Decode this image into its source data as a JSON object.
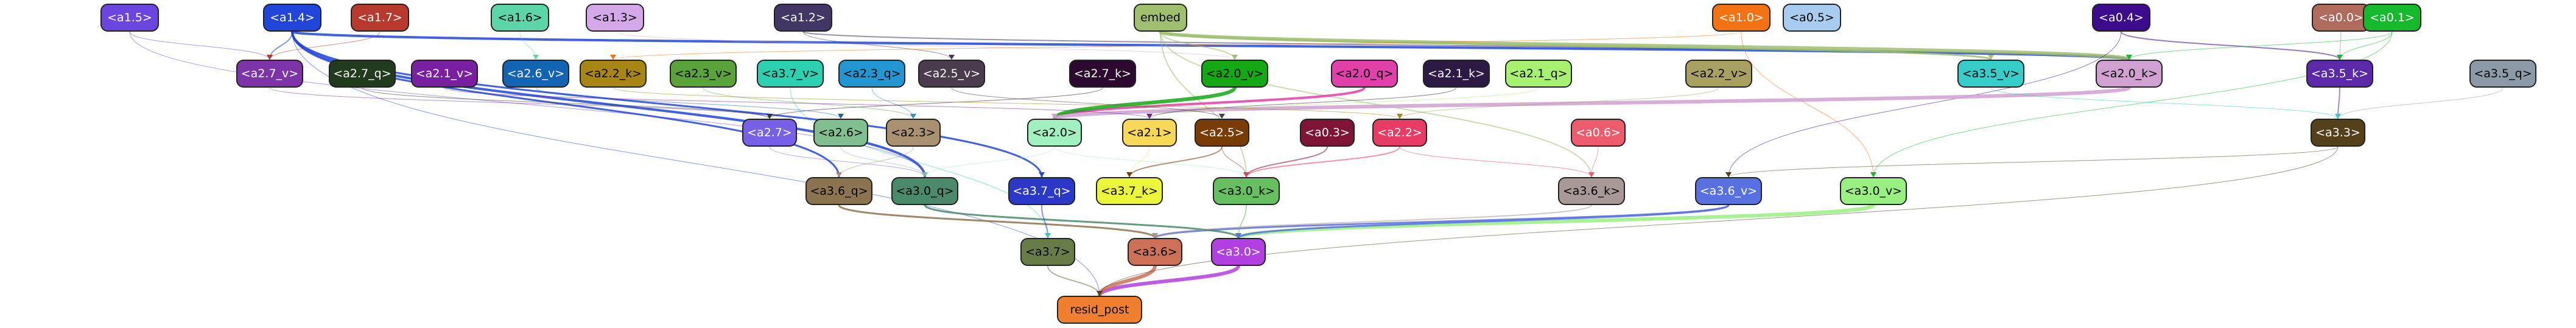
{
  "nodes": [
    {
      "id": "a1.5",
      "label": "<a1.5>",
      "color": "#6b45e0",
      "dark": true
    },
    {
      "id": "a1.4",
      "label": "<a1.4>",
      "color": "#2045d8",
      "dark": true
    },
    {
      "id": "a1.7",
      "label": "<a1.7>",
      "color": "#b83a2e",
      "dark": true
    },
    {
      "id": "a1.6",
      "label": "<a1.6>",
      "color": "#5cd6a8",
      "dark": false
    },
    {
      "id": "a1.3",
      "label": "<a1.3>",
      "color": "#d4a8e8",
      "dark": false
    },
    {
      "id": "a1.2",
      "label": "<a1.2>",
      "color": "#433766",
      "dark": true
    },
    {
      "id": "embed",
      "label": "embed",
      "color": "#a0c070",
      "dark": false
    },
    {
      "id": "a1.0",
      "label": "<a1.0>",
      "color": "#f27214",
      "dark": true
    },
    {
      "id": "a0.5",
      "label": "<a0.5>",
      "color": "#a8ccf0",
      "dark": false
    },
    {
      "id": "a0.4",
      "label": "<a0.4>",
      "color": "#3c0a8c",
      "dark": true
    },
    {
      "id": "a0.0",
      "label": "<a0.0>",
      "color": "#b06a5c",
      "dark": true
    },
    {
      "id": "a0.1",
      "label": "<a0.1>",
      "color": "#16b82c",
      "dark": true
    },
    {
      "id": "a2.7_v",
      "label": "<a2.7_v>",
      "color": "#7c34a8",
      "dark": true
    },
    {
      "id": "a2.7_q",
      "label": "<a2.7_q>",
      "color": "#223a1e",
      "dark": true
    },
    {
      "id": "a2.1_v",
      "label": "<a2.1_v>",
      "color": "#7a1fa2",
      "dark": true
    },
    {
      "id": "a2.6_v",
      "label": "<a2.6_v>",
      "color": "#1464b4",
      "dark": true
    },
    {
      "id": "a2.2_k",
      "label": "<a2.2_k>",
      "color": "#a88614",
      "dark": false
    },
    {
      "id": "a2.3_v",
      "label": "<a2.3_v>",
      "color": "#5aa23a",
      "dark": false
    },
    {
      "id": "a3.7_v",
      "label": "<a3.7_v>",
      "color": "#2ccfb0",
      "dark": false
    },
    {
      "id": "a2.3_q",
      "label": "<a2.3_q>",
      "color": "#2196d0",
      "dark": false
    },
    {
      "id": "a2.5_v",
      "label": "<a2.5_v>",
      "color": "#4a3c4c",
      "dark": true
    },
    {
      "id": "a2.7_k",
      "label": "<a2.7_k>",
      "color": "#2c0a30",
      "dark": true
    },
    {
      "id": "a2.0_v",
      "label": "<a2.0_v>",
      "color": "#14a814",
      "dark": false
    },
    {
      "id": "a2.0_q",
      "label": "<a2.0_q>",
      "color": "#e040a8",
      "dark": false
    },
    {
      "id": "a2.1_k",
      "label": "<a2.1_k>",
      "color": "#2c1a44",
      "dark": true
    },
    {
      "id": "a2.1_q",
      "label": "<a2.1_q>",
      "color": "#a8f070",
      "dark": false
    },
    {
      "id": "a2.2_v",
      "label": "<a2.2_v>",
      "color": "#a8a060",
      "dark": false
    },
    {
      "id": "a3.5_v",
      "label": "<a3.5_v>",
      "color": "#36ccc8",
      "dark": false
    },
    {
      "id": "a2.0_k",
      "label": "<a2.0_k>",
      "color": "#d0a0d0",
      "dark": false
    },
    {
      "id": "a3.5_k",
      "label": "<a3.5_k>",
      "color": "#5a28a8",
      "dark": true
    },
    {
      "id": "a3.5_q",
      "label": "<a3.5_q>",
      "color": "#8c9aa8",
      "dark": false
    },
    {
      "id": "a2.7",
      "label": "<a2.7>",
      "color": "#7860e8",
      "dark": true
    },
    {
      "id": "a2.6",
      "label": "<a2.6>",
      "color": "#80c090",
      "dark": false
    },
    {
      "id": "a2.3",
      "label": "<a2.3>",
      "color": "#a89070",
      "dark": false
    },
    {
      "id": "a2.0",
      "label": "<a2.0>",
      "color": "#a0f0c0",
      "dark": false
    },
    {
      "id": "a2.1",
      "label": "<a2.1>",
      "color": "#f8d858",
      "dark": false
    },
    {
      "id": "a2.5",
      "label": "<a2.5>",
      "color": "#7a3c06",
      "dark": true
    },
    {
      "id": "a0.3",
      "label": "<a0.3>",
      "color": "#801436",
      "dark": true
    },
    {
      "id": "a2.2",
      "label": "<a2.2>",
      "color": "#e83c64",
      "dark": true
    },
    {
      "id": "a0.6",
      "label": "<a0.6>",
      "color": "#ec5c6c",
      "dark": true
    },
    {
      "id": "a3.3",
      "label": "<a3.3>",
      "color": "#54401a",
      "dark": true
    },
    {
      "id": "a3.6_q",
      "label": "<a3.6_q>",
      "color": "#8c7450",
      "dark": false
    },
    {
      "id": "a3.0_q",
      "label": "<a3.0_q>",
      "color": "#4a8a6a",
      "dark": false
    },
    {
      "id": "a3.7_q",
      "label": "<a3.7_q>",
      "color": "#2c38c8",
      "dark": true
    },
    {
      "id": "a3.7_k",
      "label": "<a3.7_k>",
      "color": "#eaf53a",
      "dark": false
    },
    {
      "id": "a3.0_k",
      "label": "<a3.0_k>",
      "color": "#66c060",
      "dark": false
    },
    {
      "id": "a3.6_k",
      "label": "<a3.6_k>",
      "color": "#a89898",
      "dark": false
    },
    {
      "id": "a3.6_v",
      "label": "<a3.6_v>",
      "color": "#5870e0",
      "dark": true
    },
    {
      "id": "a3.0_v",
      "label": "<a3.0_v>",
      "color": "#98f080",
      "dark": false
    },
    {
      "id": "a3.7",
      "label": "<a3.7>",
      "color": "#687c48",
      "dark": false
    },
    {
      "id": "a3.6",
      "label": "<a3.6>",
      "color": "#cc7058",
      "dark": false
    },
    {
      "id": "a3.0",
      "label": "<a3.0>",
      "color": "#b040e0",
      "dark": true
    },
    {
      "id": "resid_post",
      "label": "resid_post",
      "color": "#f08030",
      "dark": false
    }
  ],
  "edges": [
    {
      "from": "a3.0",
      "to": "resid_post",
      "color": "#b040e0",
      "width": 6
    },
    {
      "from": "a3.6",
      "to": "resid_post",
      "color": "#cc7058",
      "width": 6
    },
    {
      "from": "a3.7",
      "to": "resid_post",
      "color": "#687c48",
      "width": 2
    },
    {
      "from": "a1.4",
      "to": "resid_post",
      "color": "#2045d8",
      "width": 1
    },
    {
      "from": "a3.3",
      "to": "resid_post",
      "color": "#54401a",
      "width": 1
    },
    {
      "from": "a3.6_q",
      "to": "a3.6",
      "color": "#8c7450",
      "width": 3
    },
    {
      "from": "a3.6_v",
      "to": "a3.6",
      "color": "#5870e0",
      "width": 3
    },
    {
      "from": "a3.0_v",
      "to": "a3.0",
      "color": "#98f080",
      "width": 6
    },
    {
      "from": "a3.0_q",
      "to": "a3.0",
      "color": "#4a8a6a",
      "width": 3
    },
    {
      "from": "a3.0_k",
      "to": "a3.0",
      "color": "#66c060",
      "width": 2
    },
    {
      "from": "a3.6_k",
      "to": "a3.6",
      "color": "#a89898",
      "width": 2
    },
    {
      "from": "a3.7_q",
      "to": "a3.7",
      "color": "#2c38c8",
      "width": 2
    },
    {
      "from": "a3.7_v",
      "to": "a3.7",
      "color": "#2ccfb0",
      "width": 1
    },
    {
      "from": "a1.4",
      "to": "a3.0_q",
      "color": "#2045d8",
      "width": 4
    },
    {
      "from": "a1.4",
      "to": "a3.6_q",
      "color": "#2045d8",
      "width": 3
    },
    {
      "from": "a1.4",
      "to": "a3.7_q",
      "color": "#2045d8",
      "width": 3
    },
    {
      "from": "a1.4",
      "to": "a2.7_v",
      "color": "#2045d8",
      "width": 2
    },
    {
      "from": "a1.4",
      "to": "a2.0_k",
      "color": "#2045d8",
      "width": 4
    },
    {
      "from": "a1.5",
      "to": "a2.7_v",
      "color": "#6b45e0",
      "width": 1
    },
    {
      "from": "a1.5",
      "to": "a3.0_q",
      "color": "#6b45e0",
      "width": 1
    },
    {
      "from": "a1.7",
      "to": "a2.7_v",
      "color": "#b83a2e",
      "width": 1
    },
    {
      "from": "a1.2",
      "to": "a2.0_k",
      "color": "#433766",
      "width": 2
    },
    {
      "from": "a1.2",
      "to": "a2.5_v",
      "color": "#433766",
      "width": 1
    },
    {
      "from": "a1.3",
      "to": "a2.0_v",
      "color": "#d4a8e8",
      "width": 1
    },
    {
      "from": "a1.6",
      "to": "a2.6_v",
      "color": "#5cd6a8",
      "width": 1
    },
    {
      "from": "embed",
      "to": "a2.0_k",
      "color": "#a0c070",
      "width": 6
    },
    {
      "from": "embed",
      "to": "a3.5_v",
      "color": "#a0c070",
      "width": 3
    },
    {
      "from": "embed",
      "to": "a3.0_k",
      "color": "#a0c070",
      "width": 2
    },
    {
      "from": "embed",
      "to": "a3.6_k",
      "color": "#a0c070",
      "width": 2
    },
    {
      "from": "embed",
      "to": "a2.0_v",
      "color": "#a0c070",
      "width": 2
    },
    {
      "from": "a1.0",
      "to": "a2.2_k",
      "color": "#f27214",
      "width": 1
    },
    {
      "from": "a1.0",
      "to": "a3.0_v",
      "color": "#f27214",
      "width": 1
    },
    {
      "from": "a0.4",
      "to": "a3.5_k",
      "color": "#3c0a8c",
      "width": 2
    },
    {
      "from": "a0.4",
      "to": "a3.6_v",
      "color": "#3c0a8c",
      "width": 1
    },
    {
      "from": "a0.0",
      "to": "a3.5_k",
      "color": "#b06a5c",
      "width": 1
    },
    {
      "from": "a0.1",
      "to": "a3.5_k",
      "color": "#16b82c",
      "width": 1
    },
    {
      "from": "a0.1",
      "to": "a3.0_v",
      "color": "#16b82c",
      "width": 1
    },
    {
      "from": "a0.1",
      "to": "a2.0_k",
      "color": "#16b82c",
      "width": 1
    },
    {
      "from": "a2.0_q",
      "to": "a2.0",
      "color": "#e040a8",
      "width": 4
    },
    {
      "from": "a2.0_v",
      "to": "a2.0",
      "color": "#14a814",
      "width": 6
    },
    {
      "from": "a2.0_k",
      "to": "a2.0",
      "color": "#d0a0d0",
      "width": 6
    },
    {
      "from": "a2.0",
      "to": "a3.0_q",
      "color": "#a0f0c0",
      "width": 1
    },
    {
      "from": "a2.0",
      "to": "a3.0_k",
      "color": "#a0f0c0",
      "width": 1
    },
    {
      "from": "a2.1",
      "to": "a3.7_k",
      "color": "#f8d858",
      "width": 1
    },
    {
      "from": "a2.5",
      "to": "a3.7_k",
      "color": "#7a3c06",
      "width": 2
    },
    {
      "from": "a2.5",
      "to": "a3.0_k",
      "color": "#7a3c06",
      "width": 1
    },
    {
      "from": "a0.3",
      "to": "a3.0_k",
      "color": "#801436",
      "width": 2
    },
    {
      "from": "a2.2",
      "to": "a3.0_k",
      "color": "#e83c64",
      "width": 2
    },
    {
      "from": "a2.2",
      "to": "a3.6_k",
      "color": "#e83c64",
      "width": 1
    },
    {
      "from": "a0.6",
      "to": "a3.6_k",
      "color": "#ec5c6c",
      "width": 1
    },
    {
      "from": "a2.7",
      "to": "a3.0_q",
      "color": "#7860e8",
      "width": 1
    },
    {
      "from": "a2.6",
      "to": "a3.0_q",
      "color": "#80c090",
      "width": 1
    },
    {
      "from": "a2.3",
      "to": "a3.6_q",
      "color": "#a89070",
      "width": 1
    },
    {
      "from": "a3.5_k",
      "to": "a3.3",
      "color": "#5a28a8",
      "width": 2
    },
    {
      "from": "a3.5_q",
      "to": "a3.3",
      "color": "#8c9aa8",
      "width": 1
    },
    {
      "from": "a3.5_v",
      "to": "a3.3",
      "color": "#36ccc8",
      "width": 1
    },
    {
      "from": "a3.3",
      "to": "a3.6_v",
      "color": "#54401a",
      "width": 1
    },
    {
      "from": "a2.7_k",
      "to": "a2.7",
      "color": "#2c0a30",
      "width": 1
    },
    {
      "from": "a2.1_k",
      "to": "a2.1",
      "color": "#2c1a44",
      "width": 1
    },
    {
      "from": "a2.1_q",
      "to": "a2.1",
      "color": "#a8f070",
      "width": 1
    },
    {
      "from": "a2.2_v",
      "to": "a2.2",
      "color": "#a8a060",
      "width": 1
    },
    {
      "from": "a2.5_v",
      "to": "a2.5",
      "color": "#4a3c4c",
      "width": 1
    },
    {
      "from": "a2.3_v",
      "to": "a2.3",
      "color": "#5aa23a",
      "width": 1
    },
    {
      "from": "a2.3_q",
      "to": "a2.3",
      "color": "#2196d0",
      "width": 1
    },
    {
      "from": "a2.6_v",
      "to": "a2.6",
      "color": "#1464b4",
      "width": 1
    },
    {
      "from": "a2.7_v",
      "to": "a2.7",
      "color": "#7c34a8",
      "width": 1
    },
    {
      "from": "a2.7_q",
      "to": "a2.7",
      "color": "#223a1e",
      "width": 1
    },
    {
      "from": "a2.1_v",
      "to": "a2.1",
      "color": "#7a1fa2",
      "width": 1
    },
    {
      "from": "a2.2_k",
      "to": "a2.2",
      "color": "#a88614",
      "width": 1
    },
    {
      "from": "a3.6_v",
      "to": "a3.0",
      "color": "#5870e0",
      "width": 3
    }
  ]
}
